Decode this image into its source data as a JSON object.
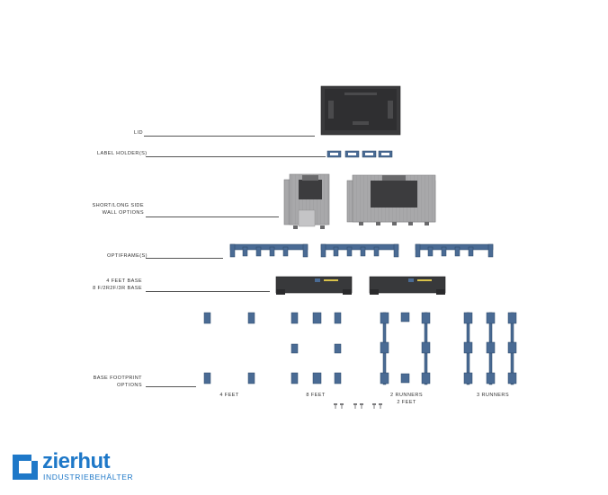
{
  "labels": {
    "lid": "LID",
    "label_holders": "LABEL HOLDER(S)",
    "wall_options_line1": "SHORT/LONG SIDE",
    "wall_options_line2": "WALL OPTIONS",
    "optiframe": "OPTIFRAME(S)",
    "base_line1": "4 FEET BASE",
    "base_line2": "8 F/2R2F/3R BASE",
    "footprint_line1": "BASE FOOTPRINT",
    "footprint_line2": "OPTIONS"
  },
  "footprint_captions": {
    "four_feet": "4 FEET",
    "eight_feet": "8 FEET",
    "two_runners_line1": "2 RUNNERS",
    "two_runners_line2": "2 FEET",
    "three_runners": "3 RUNNERS"
  },
  "brand": {
    "name": "zierhut",
    "tagline": "INDUSTRIEBEHÄLTER",
    "color": "#1e78c8"
  },
  "colors": {
    "lid": "#3a3a3c",
    "wall": "#a9a9ab",
    "blue_part": "#4a6b94",
    "base": "#38393b"
  }
}
